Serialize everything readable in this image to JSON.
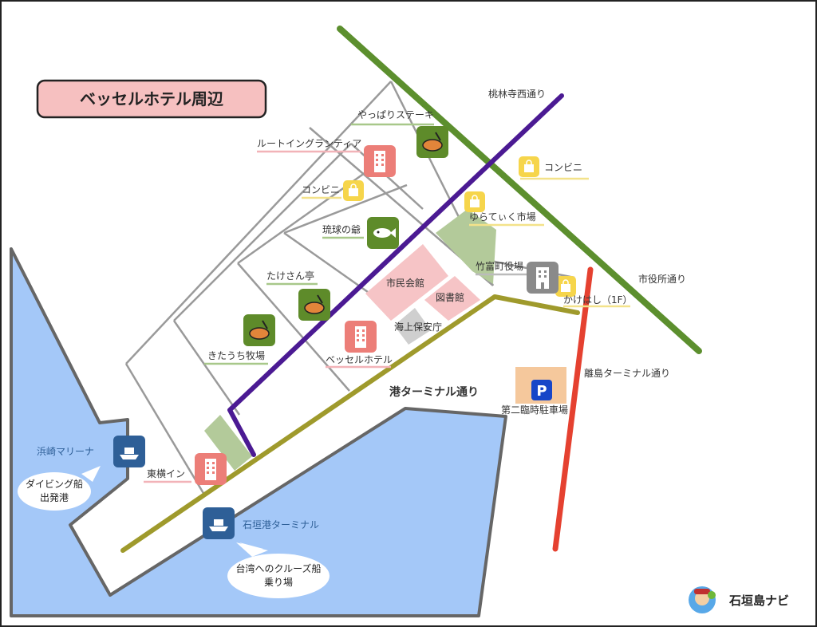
{
  "title": "ベッセルホテル周辺",
  "colors": {
    "sea": "#a4c8f8",
    "park": "#b3ca9a",
    "hotel": "#ec7e78",
    "restaurant": "#5e8b2a",
    "convenience": "#f6d54b",
    "public": "#f6c4c6",
    "office": "#8a8a8a",
    "parking": "#f5c89c",
    "ferry": "#2e5f97",
    "road_tourinji": "#4b1a93",
    "road_shiyakusho": "#5c8f2e",
    "road_terminal": "#9f9a2c",
    "road_ritou": "#e54130"
  },
  "roads": {
    "tourinji": "桃林寺西通り",
    "shiyakusho": "市役所通り",
    "minato_terminal": "港ターミナル通り",
    "ritou_terminal": "離島ターミナル通り"
  },
  "places": {
    "yappari": "やっぱりステーキ",
    "route_inn": "ルートイングランティア",
    "convenience_1": "コンビニ",
    "convenience_2": "コンビニ",
    "yurateku": "ゆらてぃく市場",
    "ryukyu": "琉球の爺",
    "taketomi": "竹富町役場",
    "kakehashi": "かけはし（1F）",
    "takesan": "たけさん亭",
    "shimin": "市民会館",
    "toshokan": "図書館",
    "kaijo": "海上保安庁",
    "kitauchi": "きたうち牧場",
    "vessel": "ベッセルホテル",
    "parking": "第二臨時駐車場",
    "parking_sign": "P",
    "hamasaki": "浜崎マリーナ",
    "toyoko": "東横イン",
    "ishigaki_terminal": "石垣港ターミナル"
  },
  "bubbles": {
    "diving": [
      "ダイビング船",
      "出発港"
    ],
    "cruise": [
      "台湾へのクルーズ船",
      "乗り場"
    ]
  },
  "brand": "石垣島ナビ",
  "icons": {
    "hotel": "hotel-building-icon",
    "restaurant": "restaurant-icon",
    "convenience": "shopping-bag-icon",
    "office": "office-building-icon",
    "parking": "parking-icon",
    "ferry": "ferry-icon",
    "mascot": "mascot-icon"
  }
}
